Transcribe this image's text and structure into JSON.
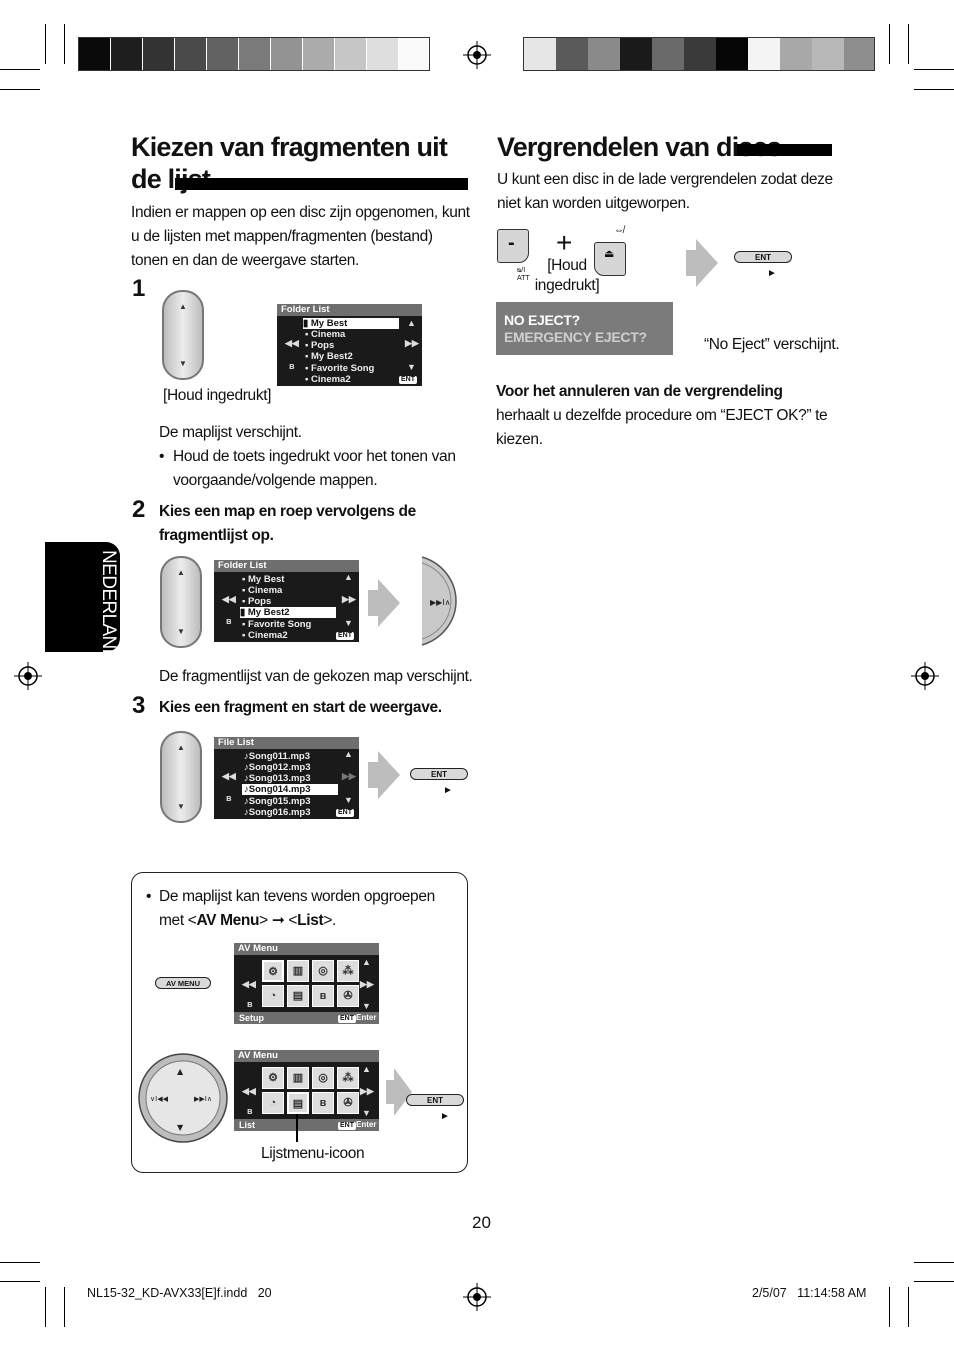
{
  "left": {
    "title": "Kiezen van fragmenten uit de lijst",
    "intro": "Indien er mappen op een disc zijn opgenomen, kunt u de lijsten met mappen/fragmenten (bestand) tonen en dan de weergave starten.",
    "step1": {
      "number": "1",
      "hold_label": "[Houd ingedrukt]",
      "result": "De maplijst verschijnt.",
      "bullet": "Houd de toets ingedrukt voor het tonen van voorgaande/volgende mappen."
    },
    "step2": {
      "number": "2",
      "text": "Kies een map en roep vervolgens de fragmentlijst op.",
      "result": "De fragmentlijst van de gekozen map verschijnt."
    },
    "step3": {
      "number": "3",
      "text": "Kies een fragment en start de weergave."
    },
    "folder_list": {
      "title": "Folder List",
      "items": [
        "My Best",
        "Cinema",
        "Pops",
        "My Best2",
        "Favorite Song",
        "Cinema2"
      ]
    },
    "file_list": {
      "title": "File List",
      "items": [
        "♪Song011.mp3",
        "♪Song012.mp3",
        "♪Song013.mp3",
        "♪Song014.mp3",
        "♪Song015.mp3",
        "♪Song016.mp3"
      ]
    },
    "ent_badge": "ENT",
    "ent_button": "ENT",
    "note": {
      "bullet_prefix": "De maplijst kan tevens worden opgroepen met <",
      "av_menu": "AV Menu",
      "mid": "> ➞ <",
      "list": "List",
      "suffix": ">.",
      "av_menu_button": "AV MENU",
      "menu1": {
        "title": "AV Menu",
        "footer_left": "Setup",
        "footer_right": "Enter"
      },
      "menu2": {
        "title": "AV Menu",
        "footer_left": "List",
        "footer_right": "Enter"
      },
      "caption": "Lijstmenu-icoon"
    }
  },
  "right": {
    "title": "Vergrendelen van discs",
    "intro": "U kunt een disc in de lade vergrendelen zodat deze niet kan worden uitgeworpen.",
    "minus": "-",
    "plus": "+",
    "hold_label": "[Houd ingedrukt]",
    "ent_button": "ENT",
    "lcd_line1": "NO EJECT?",
    "lcd_line2": "EMERGENCY EJECT?",
    "no_eject_note": "“No Eject” verschijnt.",
    "cancel_bold": "Voor het annuleren van de vergrendeling",
    "cancel_rest": " herhaalt u dezelfde procedure om “EJECT OK?” te kiezen."
  },
  "side_tab": "NEDERLANDS",
  "page_number": "20",
  "footer": {
    "file": "NL15-32_KD-AVX33[E]f.indd   20",
    "date": "2/5/07   11:14:58 AM"
  }
}
